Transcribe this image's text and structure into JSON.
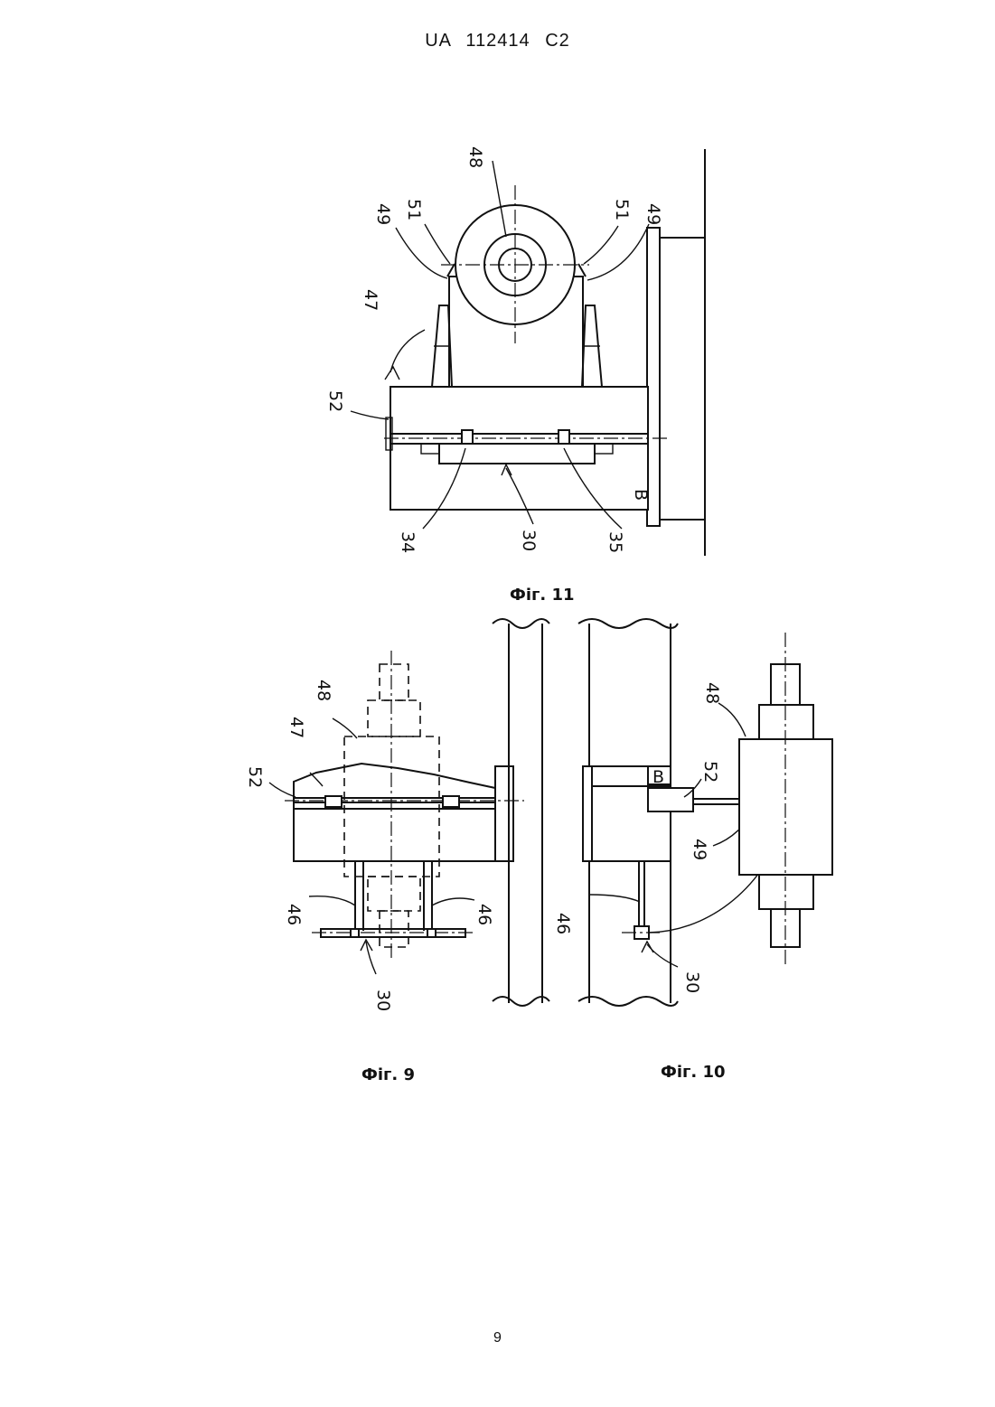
{
  "header": {
    "patent_number": "UA   112414   C2"
  },
  "page_number": "9",
  "figures": {
    "fig11": {
      "caption": "Фіг. 11",
      "labels": {
        "l48": "48",
        "l49a": "49",
        "l51a": "51",
        "l51b": "51",
        "l49b": "49",
        "l47": "47",
        "l52": "52",
        "l34": "34",
        "l30": "30",
        "l35": "35",
        "lB": "B"
      }
    },
    "fig9": {
      "caption": "Фіг. 9",
      "labels": {
        "l48": "48",
        "l47": "47",
        "l52": "52",
        "l46a": "46",
        "l46b": "46",
        "l30": "30"
      }
    },
    "fig10": {
      "caption": "Фіг. 10",
      "labels": {
        "l48": "48",
        "lB": "B",
        "l52": "52",
        "l49": "49",
        "l46": "46",
        "l30": "30"
      }
    }
  }
}
